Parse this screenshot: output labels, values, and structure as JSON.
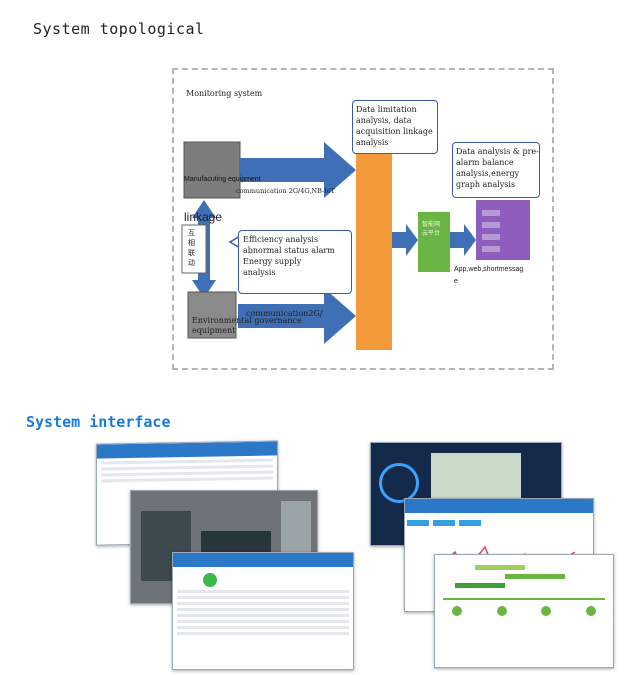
{
  "headings": {
    "topology": "System topological",
    "interface": "System interface"
  },
  "diagram": {
    "monitoring_system": "Monitoring system",
    "manufacturing_equipment": "Manufacuting equipment",
    "communication_top": "communication 2G/4G,NB-IoT",
    "linkage": "linkage",
    "linkage_cn": "互\n相\n联\n动",
    "efficiency_callout": [
      "Efficiency analysis",
      "abnormal status alarm",
      "Energy supply",
      "analysis"
    ],
    "data_limitation_callout": [
      "Data limitation",
      "analysis, data",
      "acquisition linkage",
      "analysis"
    ],
    "data_analysis_callout": [
      "Data analysis & pre-",
      "alarm balance",
      "analysis,energy",
      "graph analysis"
    ],
    "communication_bottom": "communication2G/",
    "environmental_equipment": "Environmental governance equipment",
    "app_web": "App,web,shortmessag",
    "app_web_tail": "e",
    "green_box_cn": "智能网\n云平台"
  },
  "colors": {
    "arrow_blue": "#3f6fb5",
    "orange": "#f39a3b",
    "green": "#6bb545",
    "purple": "#8e5dbd",
    "heading_blue": "#1a7ad6"
  }
}
